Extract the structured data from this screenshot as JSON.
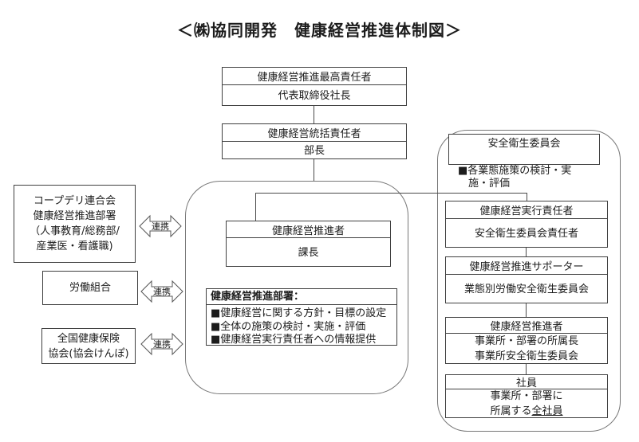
{
  "title": "＜㈱協同開発　健康経営推進体制図＞",
  "link_label": "連携",
  "chain": {
    "top": {
      "role": "健康経営推進最高責任者",
      "holder": "代表取締役社長"
    },
    "second": {
      "role": "健康経営統括責任者",
      "holder": "部長"
    }
  },
  "partners": [
    {
      "line1": "コープデリ連合会",
      "line2": "健康経営推進部署",
      "line3": "（人事教育/総務部/",
      "line4": "産業医・看護職)"
    },
    {
      "line1": "労働組合"
    },
    {
      "line1": "全国健康保険",
      "line2": "協会(協会けんぽ)"
    }
  ],
  "center": {
    "promoter": {
      "role": "健康経営推進者",
      "holder": "課長"
    },
    "dept": {
      "heading": "健康経営推進部署：",
      "bullet1": "■健康経営に関する方針・目標の設定",
      "bullet2": "■全体の施策の検討・実施・評価",
      "bullet3": "■健康経営実行責任者への情報提供"
    }
  },
  "right": {
    "committee": "安全衛生委員会",
    "note_line1": "■各業態施策の検討・実",
    "note_line2": "施・評価",
    "exec": {
      "role": "健康経営実行責任者",
      "holder": "安全衛生委員会責任者"
    },
    "supporter": {
      "role": "健康経営推進サポーター",
      "holder": "業態別労働安全衛生委員会"
    },
    "promoter": {
      "role": "健康経営推進者",
      "holder1": "事業所・部署の所属長",
      "holder2": "事業所安全衛生委員会"
    },
    "employee": {
      "role": "社員",
      "holder1": "事業所・部署に",
      "holder2_pre": "所属する",
      "holder2_u": "全社員"
    }
  }
}
